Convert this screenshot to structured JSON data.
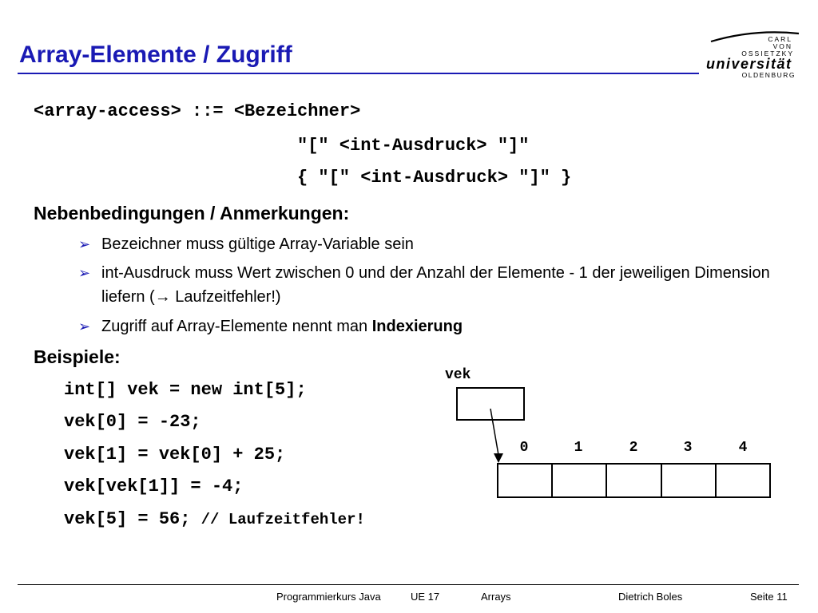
{
  "slide": {
    "title": "Array-Elemente / Zugriff"
  },
  "logo": {
    "line1": "CARL",
    "line2": "VON",
    "line3": "OSSIETZKY",
    "name": "universität",
    "city": "OLDENBURG"
  },
  "grammar": {
    "line1": "<array-access> ::= <Bezeichner>",
    "line2": "\"[\" <int-Ausdruck> \"]\"",
    "line3": "{ \"[\" <int-Ausdruck> \"]\" }"
  },
  "notes": {
    "heading": "Nebenbedingungen / Anmerkungen:",
    "bullet_glyph": "➢",
    "items": [
      "Bezeichner muss gültige Array-Variable sein",
      "int-Ausdruck muss Wert zwischen 0 und der Anzahl der Elemente - 1 der jeweiligen Dimension liefern (→ Laufzeitfehler!)",
      "Zugriff auf Array-Elemente nennt man "
    ],
    "item3_bold": "Indexierung"
  },
  "examples": {
    "heading": "Beispiele:",
    "lines": [
      "int[] vek = new int[5];",
      "vek[0] = -23;",
      "vek[1] = vek[0] + 25;",
      "vek[vek[1]] = -4;",
      "vek[5] = 56; "
    ],
    "comment": "// Laufzeitfehler!"
  },
  "diagram": {
    "variable_label": "vek",
    "indices": [
      "0",
      "1",
      "2",
      "3",
      "4"
    ]
  },
  "footer": {
    "course": "Programmierkurs Java",
    "unit": "UE 17",
    "topic": "Arrays",
    "author": "Dietrich Boles",
    "page": "Seite 11"
  },
  "colors": {
    "accent": "#1a1ab4"
  }
}
